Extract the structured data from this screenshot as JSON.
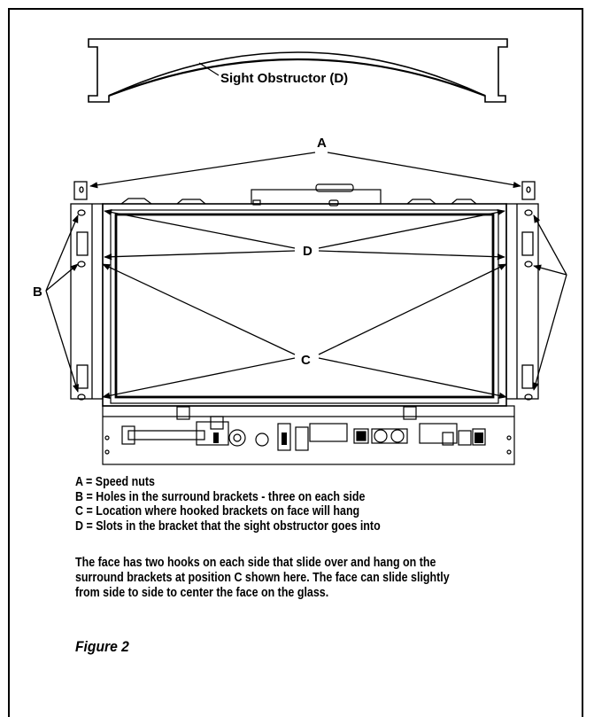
{
  "labels": {
    "sight_obstructor": "Sight Obstructor (D)",
    "a": "A",
    "b": "B",
    "c": "C",
    "d": "D"
  },
  "legend": [
    "A = Speed nuts",
    "B = Holes in the surround brackets - three on each side",
    "C = Location where hooked brackets on face will hang",
    "D = Slots in the bracket that the sight obstructor goes into"
  ],
  "description": [
    "The face has two hooks on each side that slide over and hang on the",
    "surround brackets at position C shown here. The face can slide slightly",
    "from side to side to center the face on the glass."
  ],
  "caption": "Figure 2"
}
